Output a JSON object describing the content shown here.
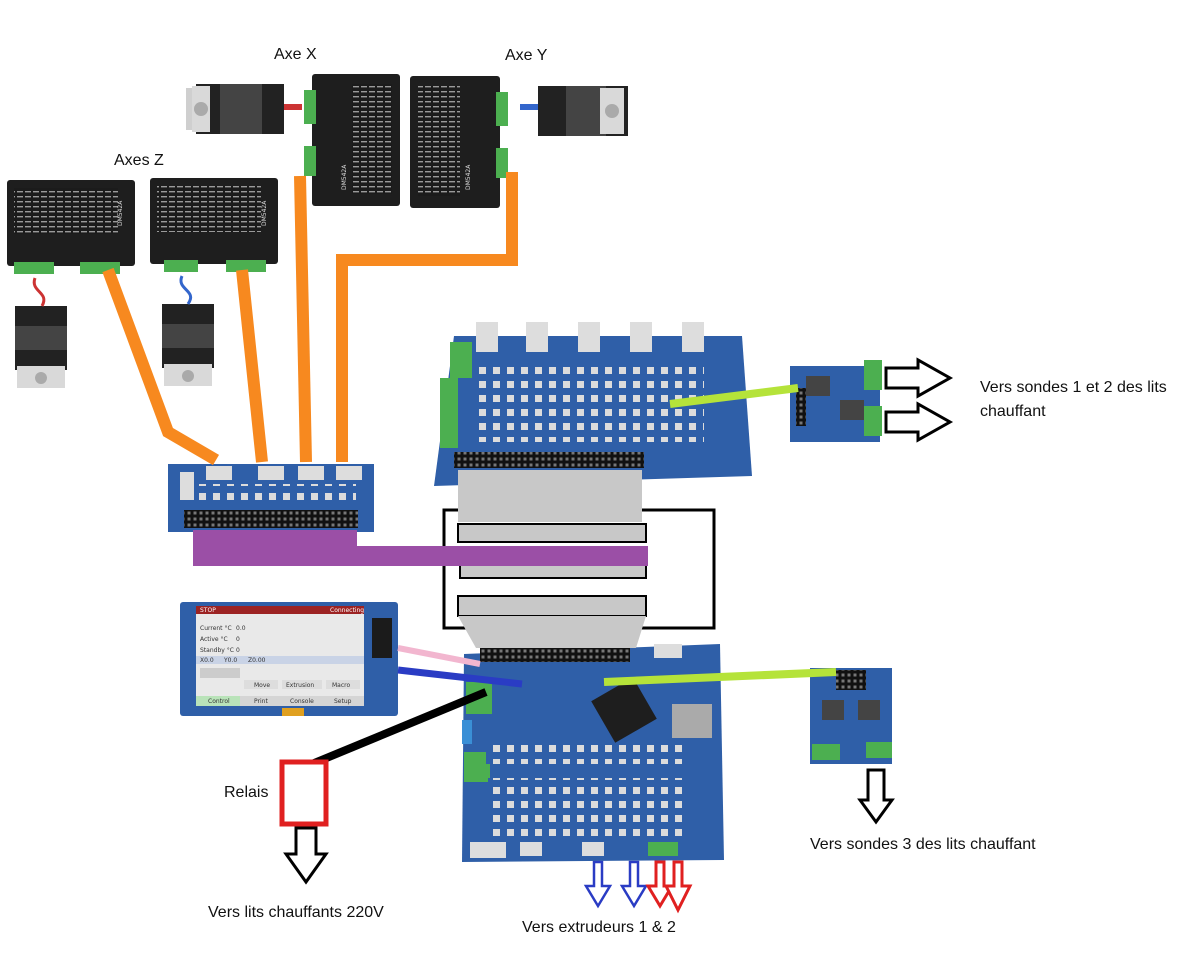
{
  "labels": {
    "axe_x": "Axe X",
    "axe_y": "Axe Y",
    "axes_z": "Axes Z",
    "sondes_12": "Vers sondes 1 et 2 des lits chauffant",
    "sondes_3": "Vers sondes 3 des lits chauffant",
    "relais": "Relais",
    "lits_220v": "Vers lits chauffants 220V",
    "extrudeurs": "Vers extrudeurs 1 & 2"
  },
  "drivers": {
    "model_z1": "DM542A",
    "model_z2": "DM542A",
    "model_x": "DM542A",
    "model_y": "DM542A"
  },
  "display": {
    "status": "Connecting",
    "stop": "STOP",
    "rows": [
      "Current °C",
      "Active °C",
      "Standby °C"
    ],
    "row_values": [
      "0.0",
      "0",
      "0"
    ],
    "coords": [
      "X0.0",
      "Y0.0",
      "Z0.00"
    ],
    "buttons": [
      "Move",
      "Extrusion",
      "Macro"
    ],
    "tabs": [
      "Control",
      "Print",
      "Console",
      "Setup"
    ]
  },
  "colors": {
    "orange_wire": "#f7891f",
    "purple_wire": "#9b4fa6",
    "green_wire": "#b5e33a",
    "pink_wire": "#f2b6cf",
    "blue_wire": "#2a3cc4",
    "black_wire": "#000000",
    "board_blue": "#2f5fa8",
    "relay_red": "#e02020",
    "arrow_blue": "#2a3cc4",
    "arrow_red": "#e02020"
  }
}
